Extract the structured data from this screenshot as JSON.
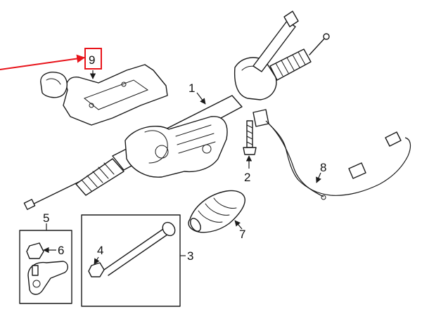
{
  "callouts": {
    "c1": "1",
    "c2": "2",
    "c3": "3",
    "c4": "4",
    "c5": "5",
    "c6": "6",
    "c7": "7",
    "c8": "8",
    "c9": "9"
  },
  "colors": {
    "line": "#1a1a1a",
    "highlight": "#e8141b",
    "background": "#ffffff"
  }
}
